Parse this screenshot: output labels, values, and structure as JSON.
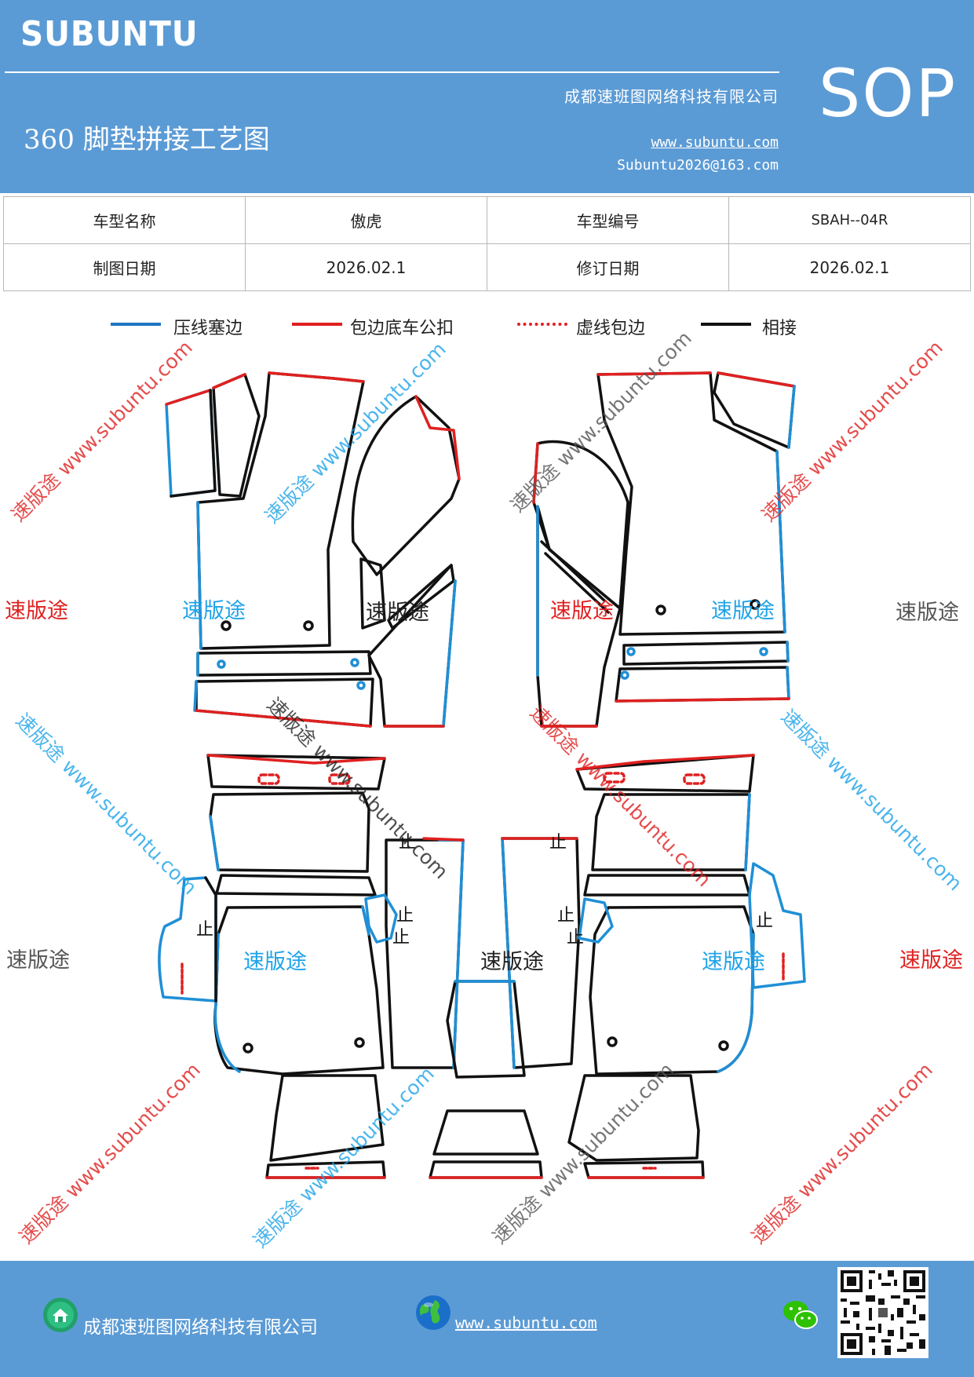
{
  "header": {
    "brand": "SUBUNTU",
    "sop": "SOP",
    "company": "成都速班图网络科技有限公司",
    "title": "360 脚垫拼接工艺图",
    "website": "www.subuntu.com",
    "email": "Subuntu2026@163.com"
  },
  "info_table": {
    "model_name_label": "车型名称",
    "model_name": "傲虎",
    "model_code_label": "车型编号",
    "model_code": "SBAH--04R",
    "draw_date_label": "制图日期",
    "draw_date": "2026.02.1",
    "revise_date_label": "修订日期",
    "revise_date": "2026.02.1"
  },
  "legend": [
    {
      "label": "压线塞边",
      "color": "#1f74c4",
      "style": "solid"
    },
    {
      "label": "包边底车公扣",
      "color": "#e02020",
      "style": "solid"
    },
    {
      "label": "虚线包边",
      "color": "#e02020",
      "style": "dashed"
    },
    {
      "label": "相接",
      "color": "#111111",
      "style": "solid"
    }
  ],
  "watermarks": {
    "text": "速版途",
    "url": "速版途 www.subuntu.com",
    "url_short": "www.subuntu.com",
    "mark": "止"
  },
  "colors": {
    "header_bg": "#5b9bd5",
    "blue_line": "#1f8fd6",
    "red_line": "#e02020",
    "black_line": "#111111"
  },
  "footer": {
    "company": "成都速班图网络科技有限公司",
    "website": "www.subuntu.com",
    "icons": [
      "home-icon",
      "globe-icon",
      "wechat-icon",
      "qr-code"
    ]
  }
}
